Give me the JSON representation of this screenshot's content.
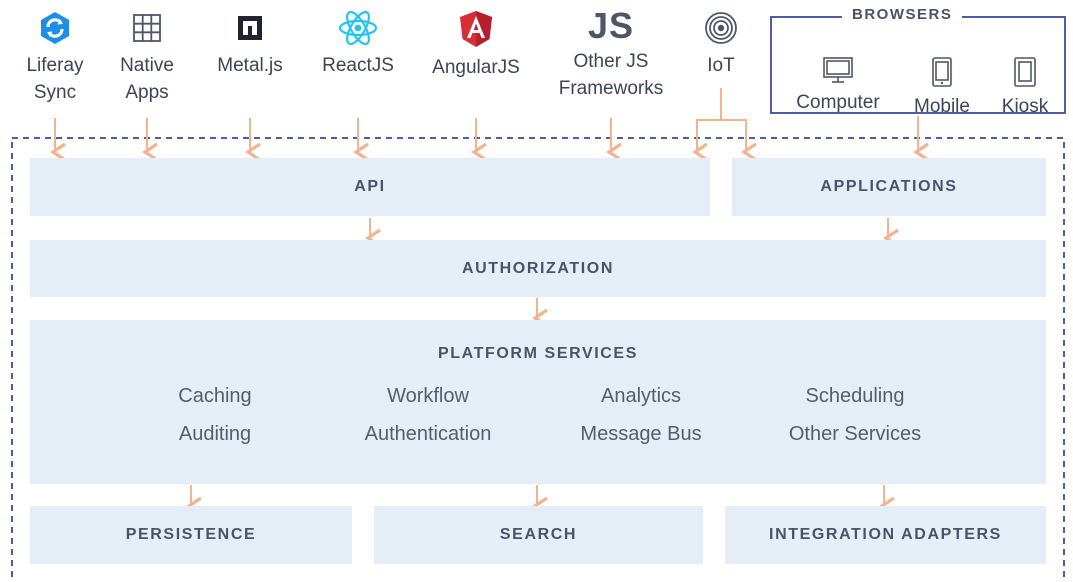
{
  "clients": [
    {
      "label": "Liferay\nSync",
      "icon": "liferay-sync-icon"
    },
    {
      "label": "Native\nApps",
      "icon": "native-apps-grid-icon"
    },
    {
      "label": "Metal.js",
      "icon": "metaljs-logo-icon"
    },
    {
      "label": "ReactJS",
      "icon": "react-logo-icon"
    },
    {
      "label": "AngularJS",
      "icon": "angular-logo-icon"
    },
    {
      "label": "Other JS\nFrameworks",
      "icon": "js-text-icon",
      "icon_text": "JS"
    },
    {
      "label": "IoT",
      "icon": "iot-signal-icon"
    }
  ],
  "browsers": {
    "title": "BROWSERS",
    "devices": [
      {
        "label": "Computer",
        "icon": "computer-monitor-icon"
      },
      {
        "label": "Mobile",
        "icon": "mobile-phone-icon"
      },
      {
        "label": "Kiosk",
        "icon": "kiosk-tablet-icon"
      }
    ]
  },
  "layers": {
    "api": "API",
    "applications": "APPLICATIONS",
    "authorization": "AUTHORIZATION",
    "platform_services": {
      "title": "PLATFORM SERVICES",
      "services": [
        "Caching",
        "Workflow",
        "Analytics",
        "Scheduling",
        "Auditing",
        "Authentication",
        "Message Bus",
        "Other Services"
      ]
    },
    "persistence": "PERSISTENCE",
    "search": "SEARCH",
    "integration_adapters": "INTEGRATION ADAPTERS"
  },
  "colors": {
    "box_fill": "#e5eef7",
    "arrow": "#f2b48e",
    "border": "#4c5ea7",
    "liferay_blue": "#1b8eea",
    "react_cyan": "#22c4f0",
    "angular_red": "#d62d36"
  }
}
